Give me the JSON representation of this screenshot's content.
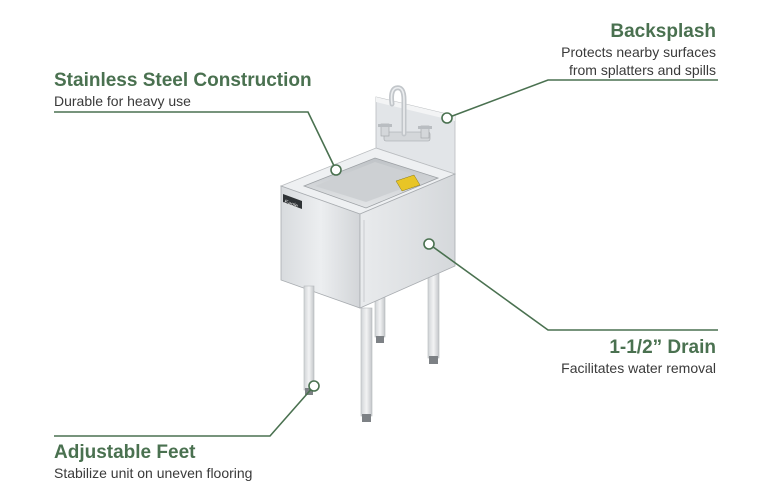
{
  "colors": {
    "accent": "#4a7150",
    "text": "#3a3a3a",
    "steel_light": "#e6e8ea",
    "steel_mid": "#cfd2d5",
    "steel_dark": "#a9adb1"
  },
  "product": {
    "brand_label": "Eagle",
    "warning_label": "CAUTION"
  },
  "callouts": {
    "backsplash": {
      "title": "Backsplash",
      "desc_line1": "Protects nearby surfaces",
      "desc_line2": "from splatters and spills"
    },
    "construction": {
      "title": "Stainless Steel Construction",
      "desc": "Durable for heavy use"
    },
    "drain": {
      "title": "1-1/2” Drain",
      "desc": "Facilitates water removal"
    },
    "feet": {
      "title": "Adjustable Feet",
      "desc": "Stabilize unit on uneven flooring"
    }
  }
}
